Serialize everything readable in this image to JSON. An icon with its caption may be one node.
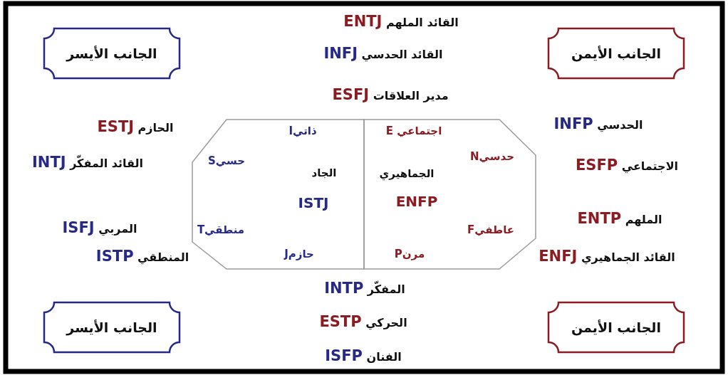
{
  "diagram": {
    "nodes": [
      {
        "text": [
          "الجانب الأيسر"
        ]
      },
      {
        "text": [
          "الجانب الأيمن"
        ]
      },
      {
        "text": [
          "ذاتيI",
          "حسيS",
          "الجاد",
          "ISTJ",
          "منطقيT",
          "حازمJ"
        ]
      },
      {
        "text": [
          "اجتماعي E",
          "حدسيN",
          "الجماهيري",
          "ENFP",
          "عاطفيF",
          "مرنP"
        ]
      },
      {
        "text": [
          "الجانب الأيسر"
        ]
      },
      {
        "text": [
          "الجانب الأيمن"
        ]
      }
    ],
    "labels": [
      "القائد الملهم ENTJ",
      "القائد الحدسي INFJ",
      "مدير العلاقات ESFJ",
      "الحازم ESTJ",
      "الحدسي INFP",
      "القائد المفكّر INTJ",
      "الاجتماعي ESFP",
      "الملهم ENTP",
      "المربي ISFJ",
      "المنطقي ISTP",
      "القائد الجماهيري ENFJ",
      "المفكّر INTP",
      "الحركي ESTP",
      "الفنان ISFP"
    ]
  }
}
